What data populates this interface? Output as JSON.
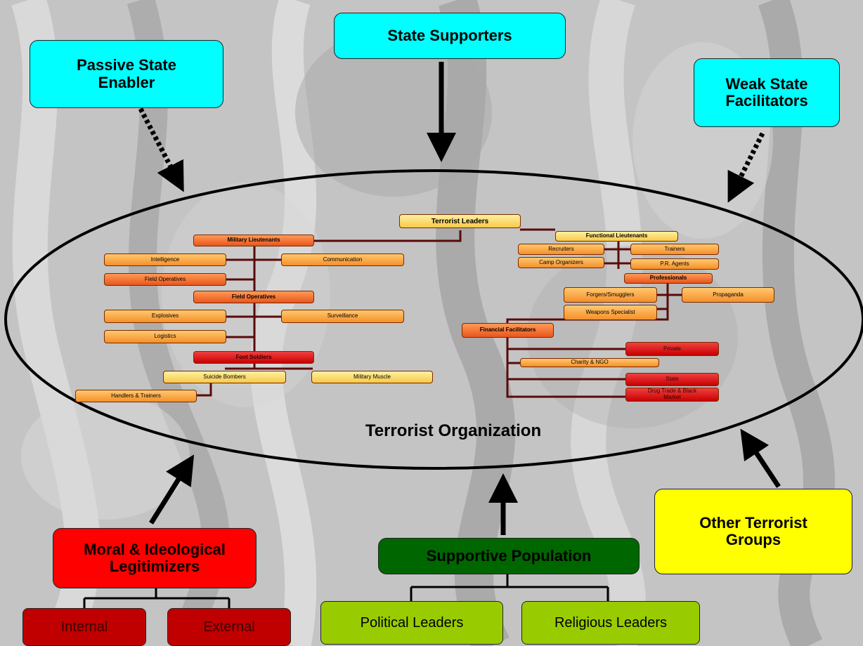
{
  "external_actors": {
    "state_supporters": "State Supporters",
    "passive_state_enabler": "Passive State Enabler",
    "weak_state_facilitators": "Weak State Facilitators",
    "other_terrorist_groups": "Other Terrorist Groups",
    "moral_ideological_legitimizers": "Moral & Ideological Legitimizers",
    "supportive_population": "Supportive Population",
    "internal": "Internal",
    "external": "External",
    "political_leaders": "Political Leaders",
    "religious_leaders": "Religious Leaders"
  },
  "organization": {
    "label": "Terrorist Organization",
    "terrorist_leaders": "Terrorist Leaders",
    "military_lieutenants": "Military Lieutenants",
    "intelligence": "Intelligence",
    "communication": "Communication",
    "field_operatives_small": "Field Operatives",
    "field_operatives": "Field Operatives",
    "explosives": "Explosives",
    "surveillance": "Surveillance",
    "logistics": "Logistics",
    "foot_soldiers": "Foot Soldiers",
    "suicide_bombers": "Suicide Bombers",
    "military_muscle": "Military Muscle",
    "handlers_trainers": "Handlers & Trainers",
    "functional_lieutenants": "Functional Lieutenants",
    "recruiters": "Recruiters",
    "trainers": "Trainers",
    "camp_organizers": "Camp Organizers",
    "pr_agents": "P.R. Agents",
    "professionals": "Professionals",
    "forgers_smugglers": "Forgers/Smugglers",
    "propaganda": "Propaganda",
    "weapons_specialist": "Weapons Specialist",
    "financial_facilitators": "Financial Facilitators",
    "private": "Private",
    "charity_ngo": "Charity & NGO",
    "state": "State",
    "drug_trade": "Drug Trade & Black Market"
  },
  "colors": {
    "cyan": "#00ffff",
    "red": "#ff0000",
    "dark_green": "#006600",
    "yellow": "#ffff00",
    "dark_red": "#c00000",
    "light_green": "#99cc00",
    "connector": "#5a0a0a"
  }
}
